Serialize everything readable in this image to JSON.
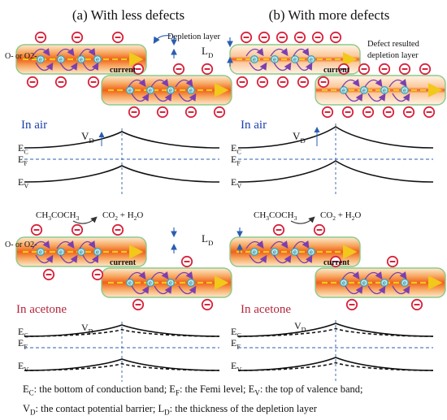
{
  "panel_a_title": "(a) With less defects",
  "panel_b_title": "(b) With more defects",
  "oxygen_label": "O- or O2-",
  "depletion_label": "Depletion layer",
  "defect_depletion_line1": "Defect resulted",
  "defect_depletion_line2": "depletion layer",
  "ld_label": "LD",
  "current_label": "current",
  "electron_symbol": "e",
  "in_air": "In air",
  "in_acetone": "In acetone",
  "vd_label": "VD",
  "ec_label": "EC",
  "ef_label": "EF",
  "ev_label": "EV",
  "acetone_formula": "CH3COCH3",
  "products_formula": "CO2 + H2O",
  "caption": {
    "ec": "E",
    "ec_sub": "C",
    "ec_text": ": the bottom of conduction band; ",
    "ef": "E",
    "ef_sub": "F",
    "ef_text": ": the Femi level; ",
    "ev": "E",
    "ev_sub": "V",
    "ev_text": ": the top of valence band;",
    "vd": "V",
    "vd_sub": "D",
    "vd_text": ": the contact potential barrier; ",
    "ld": "L",
    "ld_sub": "D",
    "ld_text": ": the thickness of the depletion layer"
  },
  "colors": {
    "ion_red": "#d8243d",
    "band_blue": "#2a5db0",
    "arrow_purple": "#7b3fb0",
    "current_yellow": "#f2c81a",
    "electron_teal": "#3aa7b5",
    "rod_outline": "#8cc98a",
    "rod_core": "#f26a1b",
    "rod_edge": "#fde6c8"
  }
}
